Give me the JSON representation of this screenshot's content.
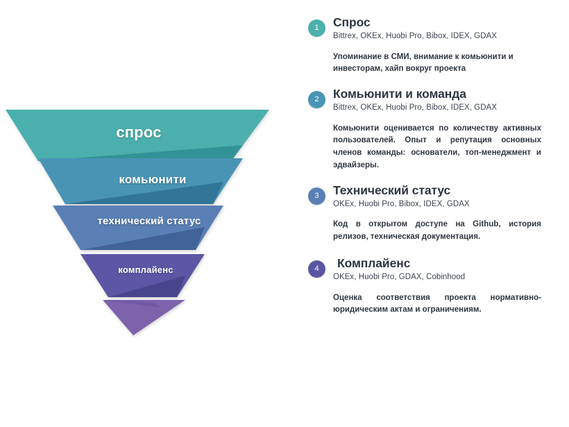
{
  "funnel": {
    "title_alt": "Четырёхуровневая воронка оценки проекта",
    "segments": [
      {
        "label": "спрос",
        "color": "#4cb0ad",
        "shadow": "#2f8e92"
      },
      {
        "label": "комьюнити",
        "color": "#4a94b5",
        "shadow": "#2f6f92"
      },
      {
        "label": "технический статус",
        "color": "#5a7fb5",
        "shadow": "#3f5f95"
      },
      {
        "label": "комплайенс",
        "color": "#5b56a4",
        "shadow": "#46418a"
      },
      {
        "label": "",
        "color": "#7d64ab",
        "shadow": "#64509a"
      }
    ]
  },
  "items": [
    {
      "number": "1",
      "title": "Спрос",
      "subtitle": "Bittrex, OKEx, Huobi Pro, Bibox, IDEX, GDAX",
      "body": "Упоминание в СМИ, внимание к комьюнити и инвесторам, хайп вокруг проекта",
      "badge_color": "#4cb0ad"
    },
    {
      "number": "2",
      "title": "Комьюнити и команда",
      "subtitle": "Bittrex, OKEx, Huobi Pro, Bibox, IDEX, GDAX",
      "body": "Комьюнити оценивается по количеству активных пользователей. Опыт и репутация основных членов команды: основатели, топ-менеджмент и эдвайзеры.",
      "badge_color": "#4a94b5"
    },
    {
      "number": "3",
      "title": "Технический статус",
      "subtitle": "OKEx, Huobi Pro, Bibox, IDEX, GDAX",
      "body": "Код в открытом доступе на Github, история релизов, техническая документация.",
      "badge_color": "#5a7fb5"
    },
    {
      "number": "4",
      "title": " Комплайенс",
      "subtitle": "OKEx, Huobi Pro, GDAX, Cobinhood",
      "body": "Оценка соответствия проекта нормативно-юридическим актам и ограничениям.",
      "badge_color": "#5b56a4"
    }
  ],
  "colors": {
    "background": "#ffffff",
    "title_text": "#2f3640",
    "body_text": "#2f3640"
  }
}
